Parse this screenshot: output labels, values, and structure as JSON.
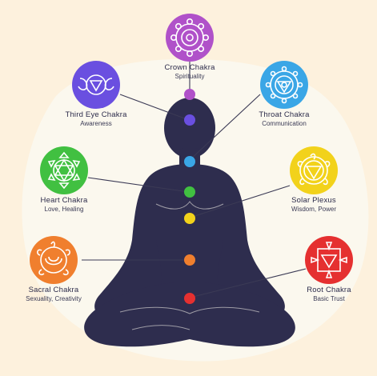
{
  "chakras": [
    {
      "id": "crown",
      "title": "Crown Chakra",
      "subtitle": "Spirituality",
      "color": "#b051c9"
    },
    {
      "id": "third-eye",
      "title": "Third Eye Chakra",
      "subtitle": "Awareness",
      "color": "#6a4fe0"
    },
    {
      "id": "throat",
      "title": "Throat Chakra",
      "subtitle": "Communication",
      "color": "#3aa6e6"
    },
    {
      "id": "heart",
      "title": "Heart Chakra",
      "subtitle": "Love, Healing",
      "color": "#41c041"
    },
    {
      "id": "solar-plexus",
      "title": "Solar Plexus",
      "subtitle": "Wisdom, Power",
      "color": "#f2d21b"
    },
    {
      "id": "sacral",
      "title": "Sacral Chakra",
      "subtitle": "Sexuality, Creativity",
      "color": "#f07f2e"
    },
    {
      "id": "root",
      "title": "Root Chakra",
      "subtitle": "Basic Trust",
      "color": "#e53030"
    }
  ],
  "colors": {
    "background": "#fdf1dd",
    "blob": "#fbf8ee",
    "figure": "#2e2d4e",
    "line": "#3b3a55"
  }
}
